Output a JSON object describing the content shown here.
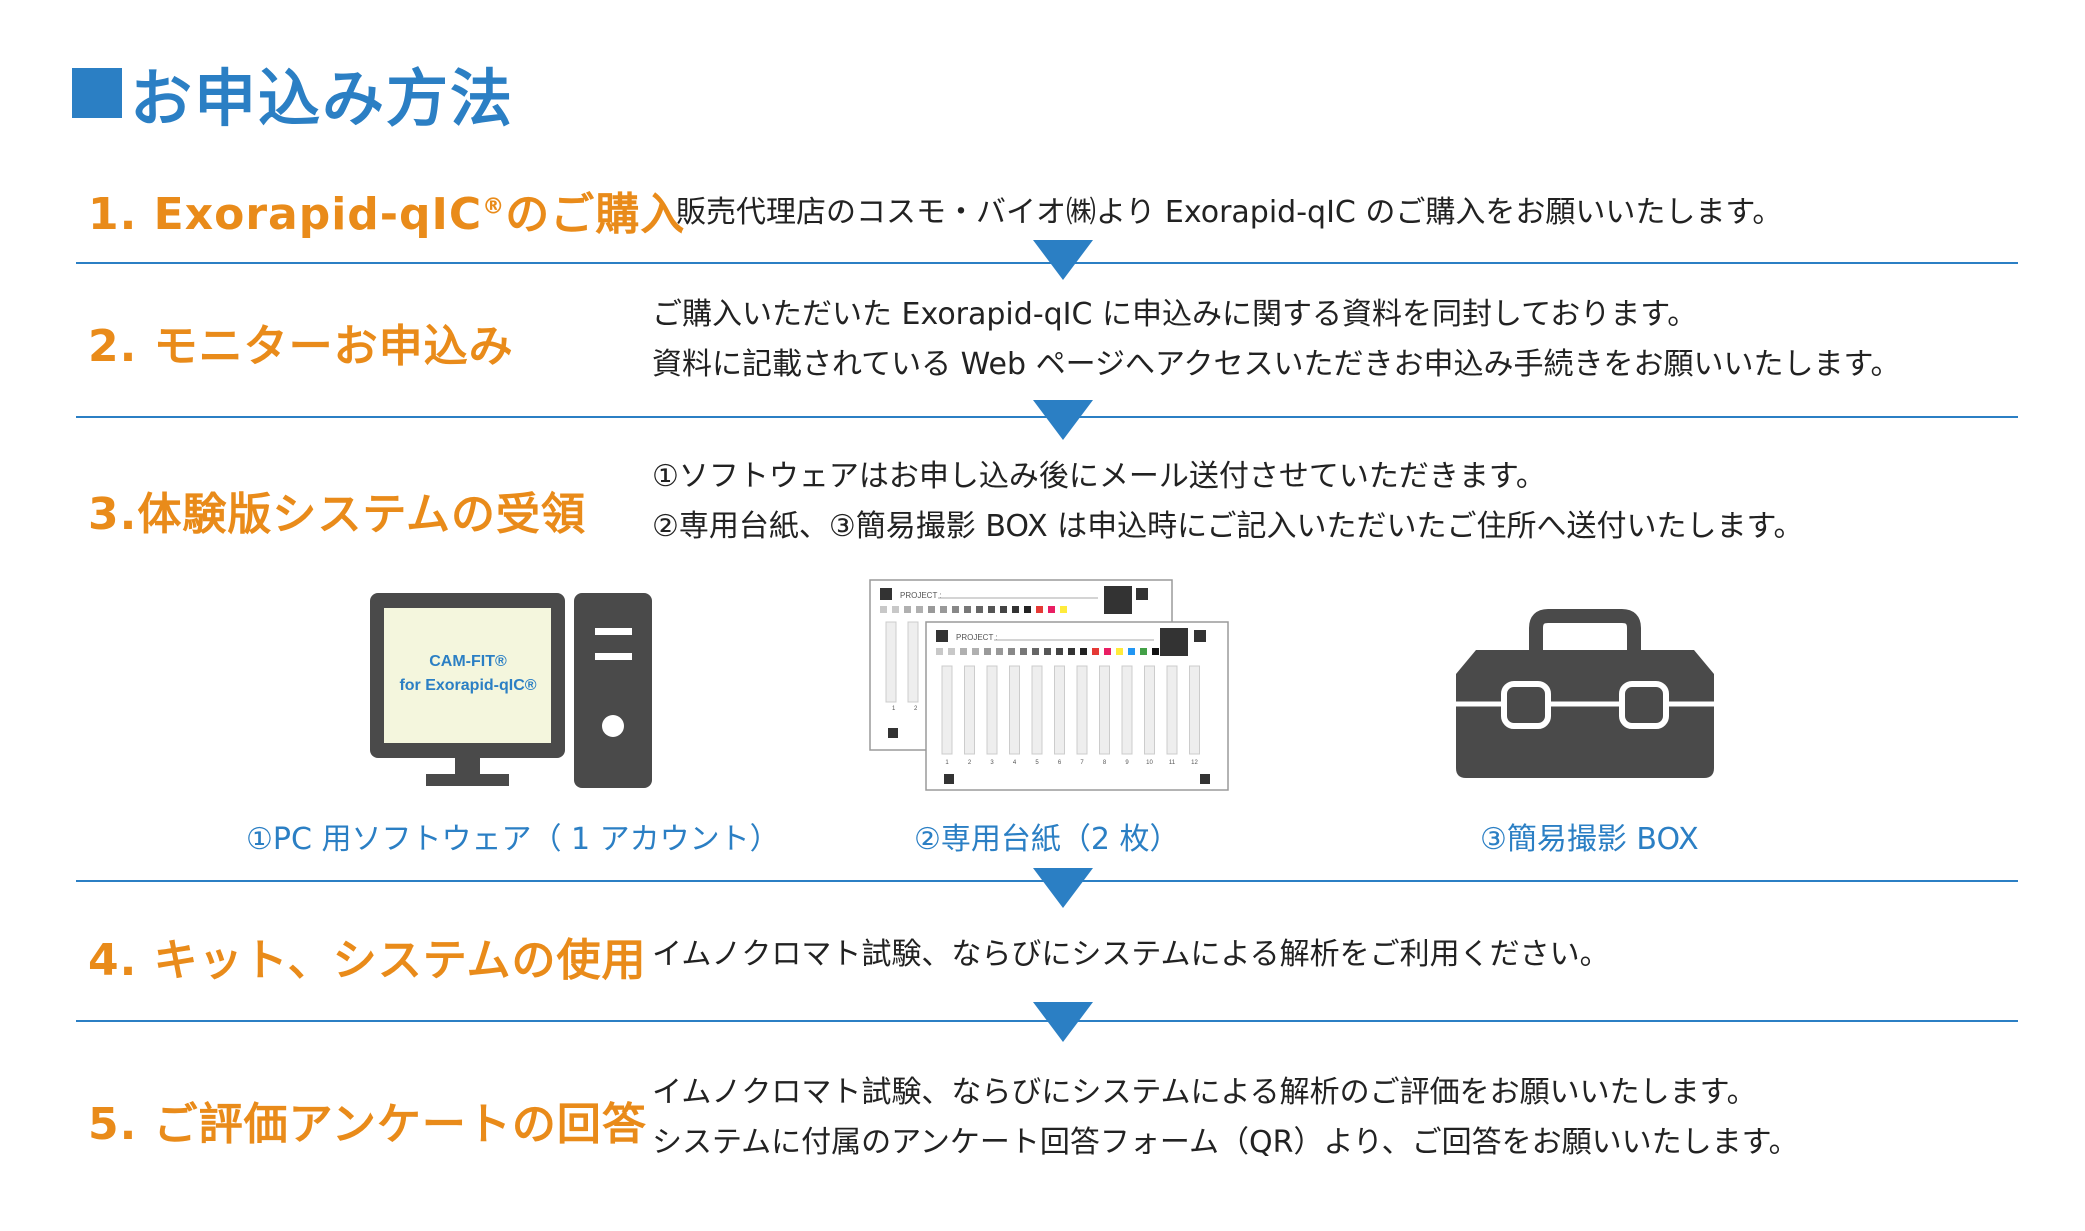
{
  "title": "お申込み方法",
  "steps": [
    {
      "title": "1. Exorapid-qIC",
      "title_sup": "®",
      "title_suffix": "のご購入",
      "lines": [
        "販売代理店のコスモ・バイオ㈱より Exorapid-qIC のご購入をお願いいたします。"
      ]
    },
    {
      "title": "2. モニターお申込み",
      "lines": [
        "ご購入いただいた Exorapid-qIC に申込みに関する資料を同封しております。",
        "資料に記載されている Web ページへアクセスいただきお申込み手続きをお願いいたします。"
      ]
    },
    {
      "title": "3.体験版システムの受領",
      "lines": [
        "①ソフトウェアはお申し込み後にメール送付させていただきます。",
        "②専用台紙、③簡易撮影 BOX は申込時にご記入いただいたご住所へ送付いたします。"
      ]
    },
    {
      "title": "4. キット、システムの使用",
      "lines": [
        "イムノクロマト試験、ならびにシステムによる解析をご利用ください。"
      ]
    },
    {
      "title": "5. ご評価アンケートの回答",
      "lines": [
        "イムノクロマト試験、ならびにシステムによる解析のご評価をお願いいたします。",
        "システムに付属のアンケート回答フォーム（QR）より、ご回答をお願いいたします。"
      ]
    }
  ],
  "items": [
    {
      "label": "①PC 用ソフトウェア（ 1 アカウント）",
      "icon": "pc-icon"
    },
    {
      "label": "②専用台紙（2 枚）",
      "icon": "mount-sheet-icon"
    },
    {
      "label": "③簡易撮影 BOX",
      "icon": "toolbox-icon"
    }
  ],
  "monitor": {
    "line1": "CAM-FIT®",
    "line2": "for Exorapid-qIC®"
  },
  "sheet": {
    "project_label": "PROJECT :",
    "front_numbers": [
      "1",
      "2",
      "3",
      "4",
      "5",
      "6",
      "7",
      "8",
      "9",
      "10",
      "11",
      "12"
    ],
    "back_numbers": [
      "1",
      "2"
    ]
  },
  "colors": {
    "title_blue": "#2b7fc4",
    "step_orange": "#e98b1a",
    "icon_gray": "#4a4a4a",
    "screen_cream": "#f4f6dd"
  }
}
